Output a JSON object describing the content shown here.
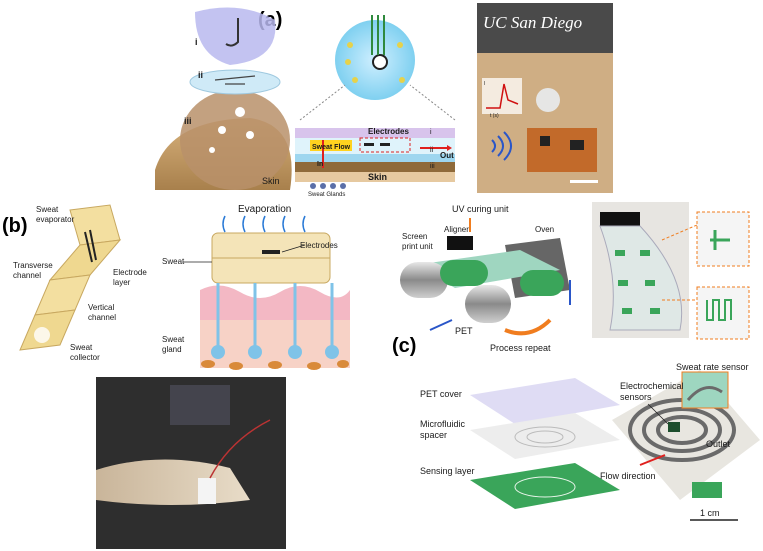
{
  "panel_a": {
    "label": "(a)",
    "layers": [
      "i",
      "ii",
      "iii"
    ],
    "skin": "Skin",
    "cross_section": {
      "electrodes": "Electrodes",
      "sweat_flow": "Sweat Flow",
      "in": "In",
      "out": "Out",
      "skin": "Skin",
      "sweat_glands": "Sweat Glands",
      "layers": [
        "i",
        "ii",
        "iii"
      ]
    },
    "photo": {
      "brand": "UC San Diego",
      "axis_x": "t (s)",
      "axis_y": "I"
    }
  },
  "panel_b": {
    "label": "(b)",
    "parts": {
      "evaporator": [
        "Sweat",
        "evaporator"
      ],
      "transverse": [
        "Transverse",
        "channel"
      ],
      "electrode": [
        "Electrode",
        "layer"
      ],
      "vertical": [
        "Vertical",
        "channel"
      ],
      "collector": [
        "Sweat",
        "collector"
      ]
    },
    "cross": {
      "evaporation": "Evaporation",
      "electrodes": "Electrodes",
      "sweat": "Sweat",
      "gland": [
        "Sweat",
        "gland"
      ]
    }
  },
  "panel_c": {
    "label": "(c)",
    "process": {
      "uv": "UV curing unit",
      "aligner": "Aligner",
      "oven": "Oven",
      "screen_print": [
        "Screen",
        "print unit"
      ],
      "pet": "PET",
      "repeat": "Process repeat"
    },
    "stack": [
      "PET cover",
      "Microfluidic",
      "spacer",
      "Sensing layer"
    ],
    "device": {
      "sweat_rate": "Sweat rate sensor",
      "electrochemical": [
        "Electrochemical",
        "sensors"
      ],
      "outlet": "Outlet",
      "flow": "Flow direction",
      "scale": "1 cm"
    }
  },
  "colors": {
    "sweat_blue": "#7fc3e8",
    "electrode_green": "#3aa55a",
    "skin_tan": "#c9a070",
    "orange_accent": "#f07d1f",
    "red_arrow": "#e0201e"
  }
}
